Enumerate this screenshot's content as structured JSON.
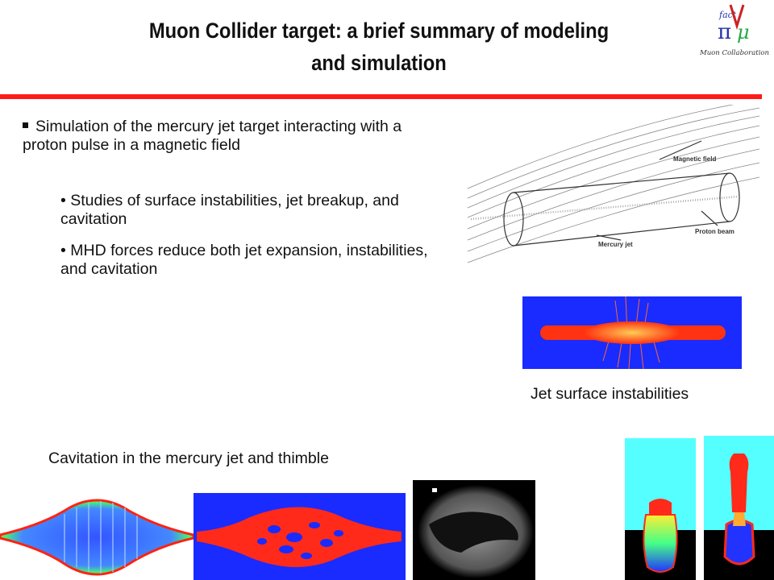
{
  "slide": {
    "title_line1": "Muon Collider target: a brief summary of modeling",
    "title_line2": "and simulation",
    "logo": {
      "top_text": "fact",
      "bottom_text": "Muon Collaboration"
    },
    "bullets": {
      "main": "Simulation of the mercury jet target interacting with a proton pulse in a magnetic field",
      "sub1": "• Studies of surface instabilities, jet breakup, and cavitation",
      "sub2": "• MHD forces reduce both jet expansion, instabilities, and cavitation"
    },
    "diagram_labels": {
      "magnetic_field": "Magnetic field",
      "mercury_jet": "Mercury jet",
      "proton_beam": "Proton beam"
    },
    "captions": {
      "surface": "Jet surface instabilities",
      "cavitation": "Cavitation in the mercury jet and thimble"
    },
    "colors": {
      "accent_rule": "#ff1a1a",
      "sim_blue": "#1a1aff",
      "sim_red": "#ff2a1a",
      "cyan": "#55ffff"
    }
  }
}
